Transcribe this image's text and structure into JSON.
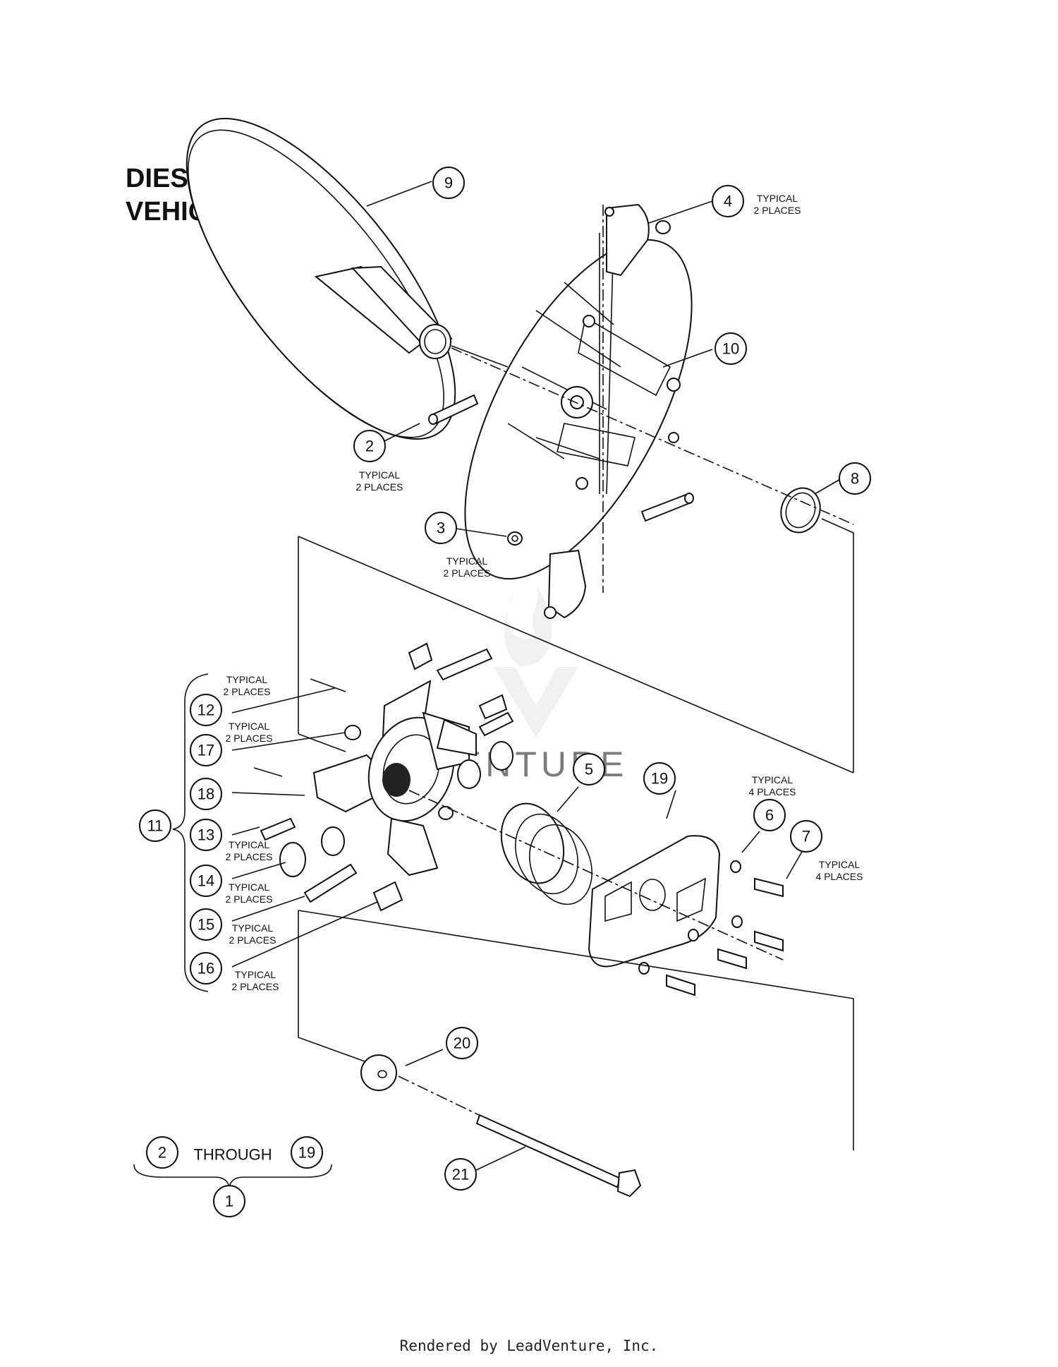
{
  "title": {
    "line1": "DIESEL",
    "line2": "VEHICLE"
  },
  "callouts": [
    {
      "num": "9"
    },
    {
      "num": "4"
    },
    {
      "num": "10"
    },
    {
      "num": "2"
    },
    {
      "num": "8"
    },
    {
      "num": "3"
    },
    {
      "num": "5"
    },
    {
      "num": "19"
    },
    {
      "num": "6"
    },
    {
      "num": "7"
    },
    {
      "num": "11"
    },
    {
      "num": "12"
    },
    {
      "num": "17"
    },
    {
      "num": "18"
    },
    {
      "num": "13"
    },
    {
      "num": "14"
    },
    {
      "num": "15"
    },
    {
      "num": "16"
    },
    {
      "num": "20"
    },
    {
      "num": "21"
    },
    {
      "num": "2"
    },
    {
      "num": "19"
    },
    {
      "num": "1"
    }
  ],
  "notes": {
    "typical": "TYPICAL",
    "two_places": "2 PLACES",
    "four_places": "4 PLACES"
  },
  "assembly": {
    "through_label": "THROUGH"
  },
  "footer": "Rendered by LeadVenture, Inc."
}
